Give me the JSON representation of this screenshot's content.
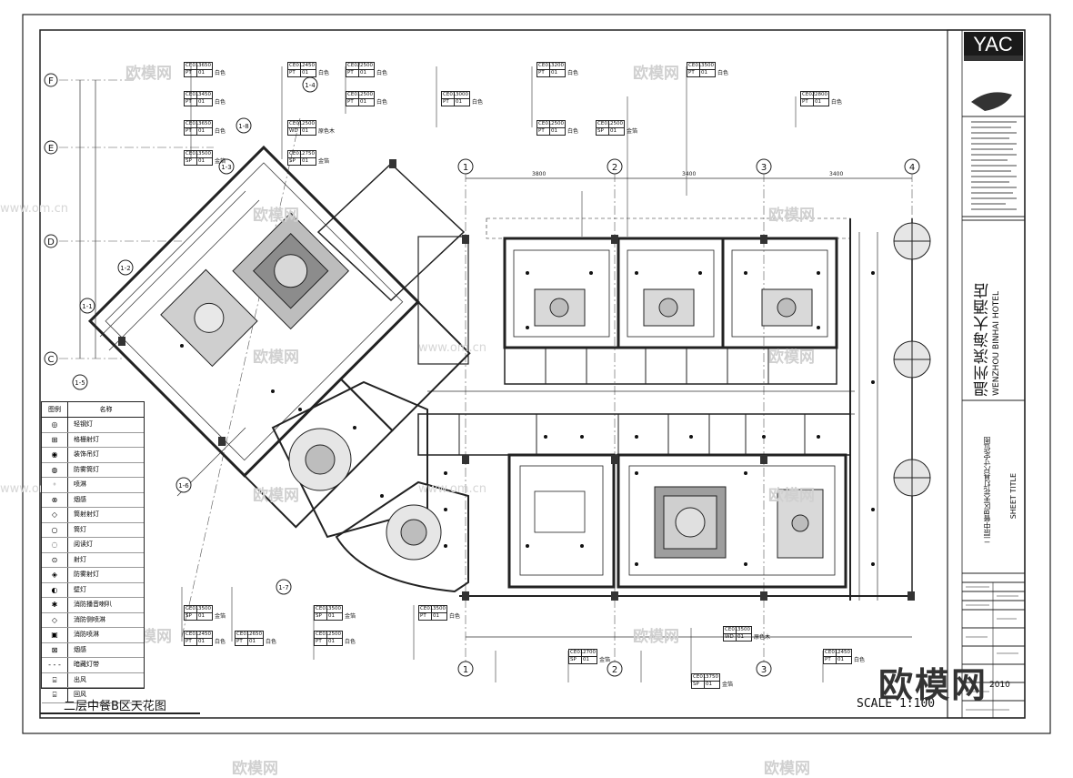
{
  "drawing": {
    "title": "二层中餐B区天花图",
    "scale": "SCALE 1:100"
  },
  "title_block": {
    "logo": "YAC",
    "project_cn": "温州滨海大酒店",
    "project_en": "WENZHOU BINHAI HOTEL",
    "sheet_label": "SHEET TITLE",
    "sheet_title": "二层中餐B区天花灯具尺寸定位图",
    "date": "2010"
  },
  "watermarks": [
    "欧模网",
    "www.om.cn"
  ],
  "brand_watermark": "欧模网",
  "grid": {
    "columns": [
      "1",
      "2",
      "3",
      "4"
    ],
    "rows": [
      "F",
      "E",
      "D",
      "C"
    ],
    "diag": [
      "1-1",
      "1-2",
      "1-3",
      "1-4",
      "1-5",
      "1-6",
      "1-7",
      "1-8"
    ],
    "dims": [
      "3800",
      "3400",
      "3400"
    ]
  },
  "finish_tags_top": [
    {
      "code": "CE01",
      "h": "3650",
      "mat": "PT",
      "n": "01",
      "note": "白色"
    },
    {
      "code": "CE01",
      "h": "3450",
      "mat": "PT",
      "n": "01",
      "note": "白色"
    },
    {
      "code": "CE01",
      "h": "3650",
      "mat": "PT",
      "n": "01",
      "note": "白色"
    },
    {
      "code": "CE01",
      "h": "3500",
      "mat": "SP",
      "n": "01",
      "note": "金箔"
    },
    {
      "code": "CE01",
      "h": "2450",
      "mat": "PT",
      "n": "01",
      "note": "白色"
    },
    {
      "code": "CE02",
      "h": "2500",
      "mat": "PT",
      "n": "01",
      "note": "白色"
    },
    {
      "code": "CE01",
      "h": "2500",
      "mat": "WD",
      "n": "01",
      "note": "原色木"
    },
    {
      "code": "CE01",
      "h": "2750",
      "mat": "SP",
      "n": "01",
      "note": "金箔"
    },
    {
      "code": "CE01",
      "h": "2500",
      "mat": "PT",
      "n": "01",
      "note": "白色"
    },
    {
      "code": "CE01",
      "h": "3000",
      "mat": "PT",
      "n": "01",
      "note": "白色"
    },
    {
      "code": "CE02",
      "h": "2800",
      "mat": "PT",
      "n": "01",
      "note": "白色"
    },
    {
      "code": "CE01",
      "h": "3200",
      "mat": "PT",
      "n": "01",
      "note": "白色"
    },
    {
      "code": "CE01",
      "h": "3500",
      "mat": "PT",
      "n": "01",
      "note": "白色"
    },
    {
      "code": "CE01",
      "h": "2500",
      "mat": "PT",
      "n": "01",
      "note": "白色"
    },
    {
      "code": "CE01",
      "h": "2500",
      "mat": "SP",
      "n": "01",
      "note": "金箔"
    }
  ],
  "finish_tags_bottom": [
    {
      "code": "CE01",
      "h": "3500",
      "mat": "SP",
      "n": "01",
      "note": "金箔"
    },
    {
      "code": "CE01",
      "h": "2450",
      "mat": "PT",
      "n": "01",
      "note": "白色"
    },
    {
      "code": "CE01",
      "h": "2650",
      "mat": "PT",
      "n": "01",
      "note": "白色"
    },
    {
      "code": "CE01",
      "h": "3500",
      "mat": "SP",
      "n": "01",
      "note": "金箔"
    },
    {
      "code": "CE01",
      "h": "2500",
      "mat": "PT",
      "n": "01",
      "note": "白色"
    },
    {
      "code": "CE01",
      "h": "3500",
      "mat": "PT",
      "n": "01",
      "note": "白色"
    },
    {
      "code": "CE01",
      "h": "2700",
      "mat": "SP",
      "n": "01",
      "note": "金箔"
    },
    {
      "code": "CE01",
      "h": "3500",
      "mat": "WD",
      "n": "01",
      "note": "原色木"
    },
    {
      "code": "CE01",
      "h": "3750",
      "mat": "SP",
      "n": "01",
      "note": "金箔"
    },
    {
      "code": "CE01",
      "h": "2450",
      "mat": "PT",
      "n": "01",
      "note": "白色"
    }
  ],
  "legend": {
    "header": [
      "图例",
      "名称"
    ],
    "items": [
      "轻钢灯",
      "格栅射灯",
      "装饰吊灯",
      "防雾筒灯",
      "喷淋",
      "烟感",
      "筒射射灯",
      "筒灯",
      "阅读灯",
      "射灯",
      "防雾射灯",
      "壁灯",
      "消防播音喇叭",
      "消防侧喷淋",
      "消防喷淋",
      "烟感",
      "暗藏灯带",
      "出风",
      "回风"
    ]
  }
}
